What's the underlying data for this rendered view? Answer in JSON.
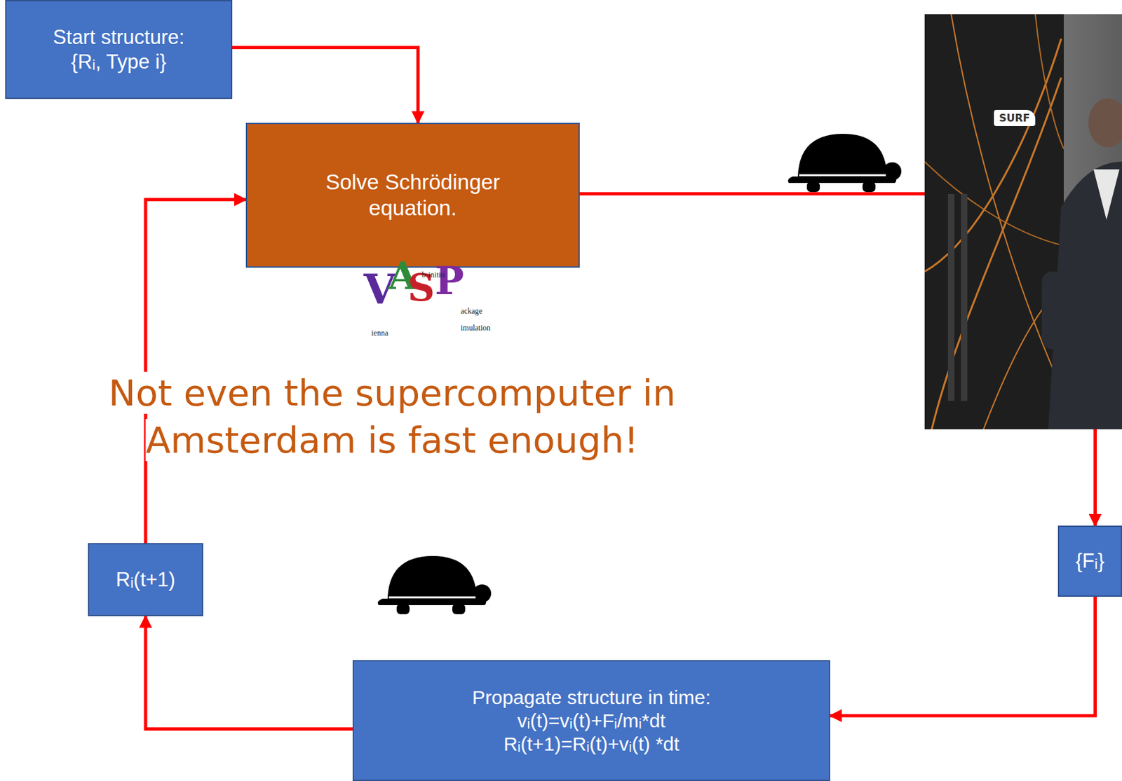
{
  "diagram": {
    "nodes": [
      {
        "text": [
          "Start structure:",
          "{Rᵢ, Type i}"
        ]
      },
      {
        "text": [
          "Solve Schrödinger equation."
        ]
      },
      {
        "text": [
          "{Fᵢ}"
        ]
      },
      {
        "text": [
          "Propagate structure in time:",
          "vᵢ(t)=vᵢ(t)+Fᵢ/mᵢ*dt",
          "Rᵢ(t+1)=Rᵢ(t)+vᵢ(t) *dt"
        ]
      },
      {
        "text": [
          "Rᵢ(t+1)"
        ]
      }
    ],
    "edges": [
      {
        "from": 0,
        "to": 1,
        "arrow": "to"
      },
      {
        "from": 1,
        "to": 2,
        "arrow": "to"
      },
      {
        "from": 2,
        "to": 3,
        "arrow": "to"
      },
      {
        "from": 3,
        "to": 4,
        "arrow": "to"
      },
      {
        "from": 4,
        "to": 1,
        "arrow": "to"
      }
    ],
    "labels": [
      "V",
      "A",
      "S",
      "P",
      "b-initio",
      "ackage",
      "ienna",
      "imulation",
      "Not even the supercomputer in Amsterdam is fast enough!",
      "SURF"
    ]
  }
}
